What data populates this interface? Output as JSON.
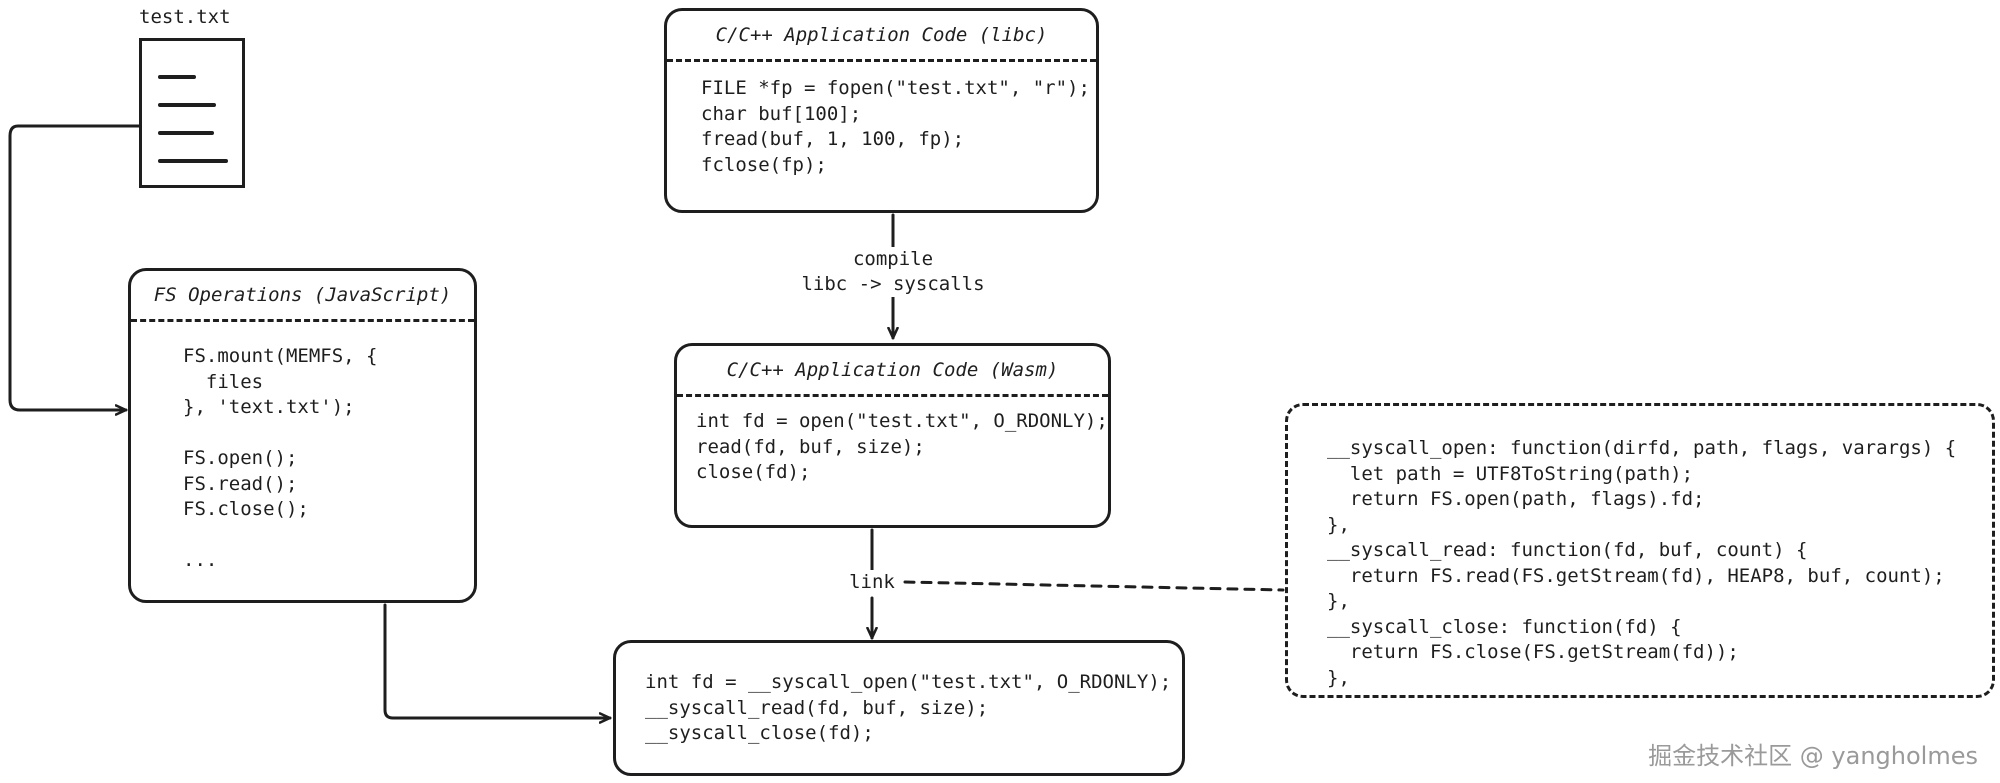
{
  "file": {
    "name": "test.txt"
  },
  "libc_box": {
    "title": "C/C++ Application Code (libc)",
    "code": "FILE *fp = fopen(\"test.txt\", \"r\");\nchar buf[100];\nfread(buf, 1, 100, fp);\nfclose(fp);"
  },
  "compile_label": "compile\nlibc -> syscalls",
  "wasm_box": {
    "title": "C/C++ Application Code (Wasm)",
    "code": "int fd = open(\"test.txt\", O_RDONLY);\nread(fd, buf, size);\nclose(fd);"
  },
  "link_label": "link",
  "fs_box": {
    "title": "FS Operations (JavaScript)",
    "code": "FS.mount(MEMFS, {\n  files\n}, 'text.txt');\n\nFS.open();\nFS.read();\nFS.close();\n\n..."
  },
  "syscall_box": {
    "code": "int fd = __syscall_open(\"test.txt\", O_RDONLY);\n__syscall_read(fd, buf, size);\n__syscall_close(fd);"
  },
  "impl_box": {
    "code": "__syscall_open: function(dirfd, path, flags, varargs) {\n  let path = UTF8ToString(path);\n  return FS.open(path, flags).fd;\n},\n__syscall_read: function(fd, buf, count) {\n  return FS.read(FS.getStream(fd), HEAP8, buf, count);\n},\n__syscall_close: function(fd) {\n  return FS.close(FS.getStream(fd));\n},"
  },
  "watermark": "掘金技术社区 @ yangholmes"
}
